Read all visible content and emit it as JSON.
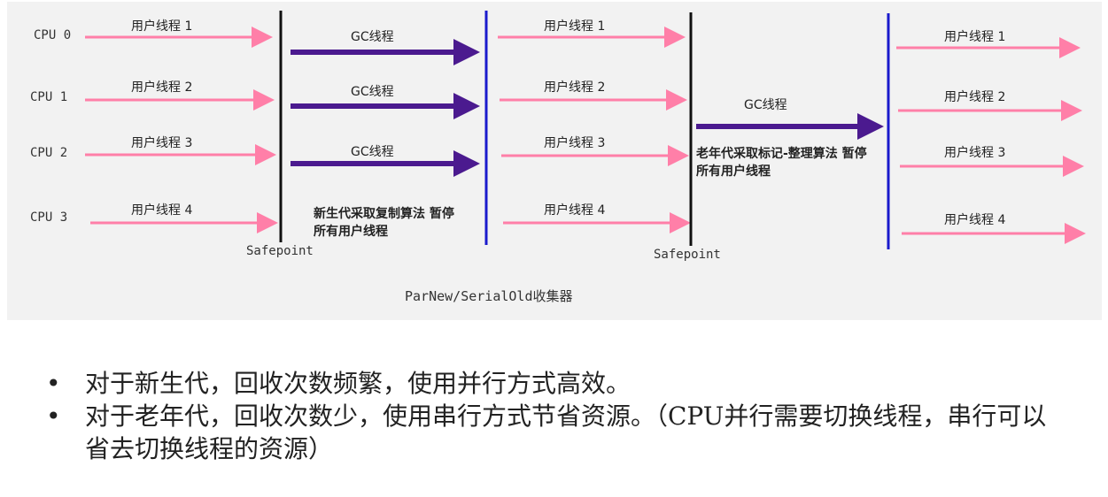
{
  "diagram": {
    "cpus": [
      "CPU 0",
      "CPU 1",
      "CPU 2",
      "CPU 3"
    ],
    "thread_labels": [
      "用户线程 1",
      "用户线程 2",
      "用户线程 3",
      "用户线程 4"
    ],
    "gc_label": "GC线程",
    "young_note": "新生代采取复制算法 暂停所有用户线程",
    "old_note": "老年代采取标记-整理算法 暂停所有用户线程",
    "safepoint": "Safepoint",
    "caption": "ParNew/SerialOld收集器",
    "colors": {
      "user_arrow": "#ff7fa8",
      "gc_arrow": "#4b1a8f",
      "safepoint_line": "#111111",
      "resume_line": "#1a1acc",
      "background": "#f2f2f2"
    }
  },
  "bullets": [
    "对于新生代，回收次数频繁，使用并行方式高效。",
    "对于老年代，回收次数少，使用串行方式节省资源。（CPU并行需要切换线程，串行可以省去切换线程的资源）"
  ]
}
